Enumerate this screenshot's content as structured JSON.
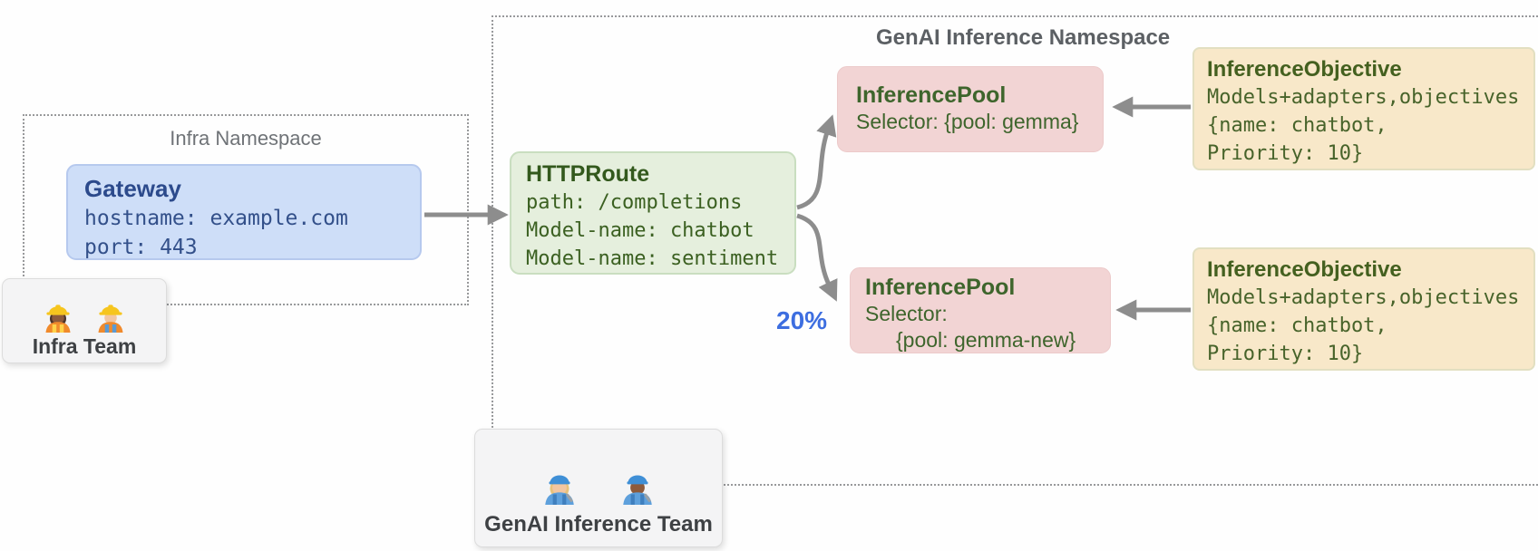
{
  "diagram": {
    "infra_namespace": {
      "title": "Infra Namespace"
    },
    "genai_namespace": {
      "title": "GenAI Inference Namespace"
    },
    "gateway": {
      "title": "Gateway",
      "lines": [
        "hostname: example.com",
        "port: 443"
      ]
    },
    "httproute": {
      "title": "HTTPRoute",
      "lines": [
        "path: /completions",
        "Model-name: chatbot",
        "Model-name: sentiment"
      ]
    },
    "inference_pool_top": {
      "title": "InferencePool",
      "selector_lines": [
        "Selector: {pool: gemma}"
      ]
    },
    "inference_pool_bottom": {
      "title": "InferencePool",
      "selector_lines": [
        "Selector:",
        "{pool: gemma-new}"
      ]
    },
    "inference_objective_top": {
      "title": "InferenceObjective",
      "lines": [
        "Models+adapters,objectives",
        "{name: chatbot,",
        "Priority: 10}"
      ]
    },
    "inference_objective_bottom": {
      "title": "InferenceObjective",
      "lines": [
        "Models+adapters,objectives",
        "{name: chatbot,",
        "Priority: 10}"
      ]
    },
    "infra_team": {
      "label": "Infra Team",
      "icons": [
        "woman-construction-worker",
        "man-construction-worker"
      ]
    },
    "genai_team": {
      "label": "GenAI Inference Team",
      "icons": [
        "woman-mechanic",
        "man-mechanic"
      ]
    },
    "traffic_split_label": "20%",
    "colors": {
      "gateway_fill": "#cedef8",
      "httproute_fill": "#e5efdd",
      "inference_pool_fill": "#f2d4d4",
      "inference_objective_fill": "#f8e8c9",
      "arrow": "#8d8d8d",
      "traffic_split_text": "#3d6ee0",
      "green_text": "#3b6021",
      "blue_text": "#2c4a8c"
    }
  }
}
